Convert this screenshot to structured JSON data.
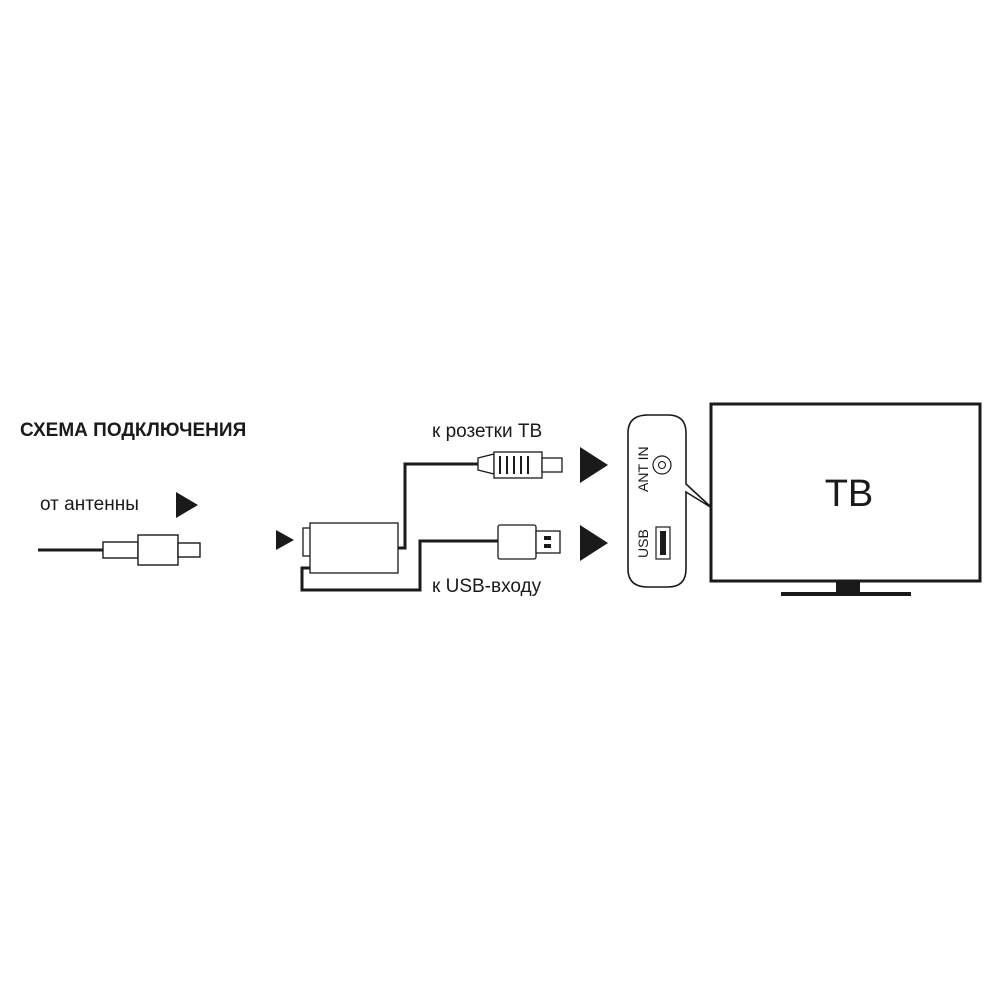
{
  "diagram": {
    "title": "СХЕМА ПОДКЛЮЧЕНИЯ",
    "labels": {
      "from_antenna": "от антенны",
      "to_tv_socket": "к розетки ТВ",
      "to_usb_input": "к USB-входу"
    },
    "panel": {
      "ant_in": "ANT IN",
      "usb": "USB"
    },
    "tv_label": "ТВ"
  },
  "colors": {
    "line": "#1a1a1a",
    "background": "#ffffff"
  }
}
